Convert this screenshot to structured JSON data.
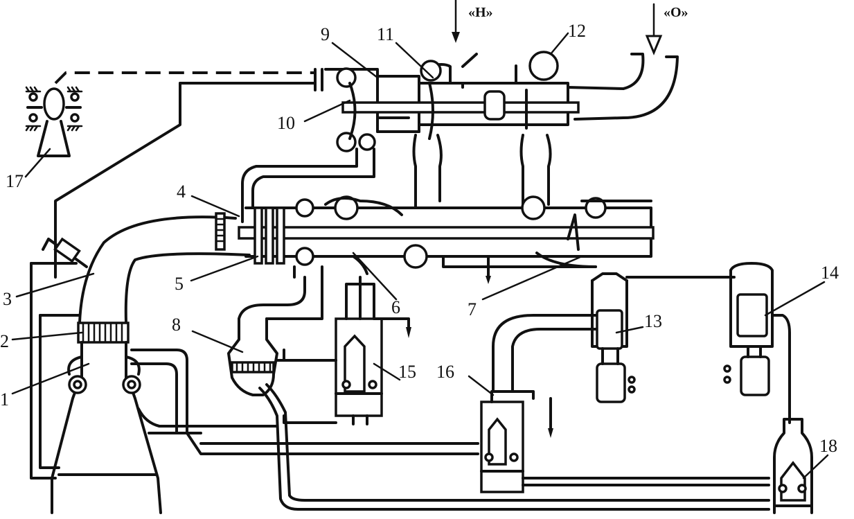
{
  "flow_labels": {
    "fuel": "«H»",
    "oxidizer": "«O»"
  },
  "callouts": [
    "1",
    "2",
    "3",
    "4",
    "5",
    "6",
    "7",
    "8",
    "9",
    "10",
    "11",
    "12",
    "13",
    "14",
    "15",
    "16",
    "17",
    "18"
  ]
}
